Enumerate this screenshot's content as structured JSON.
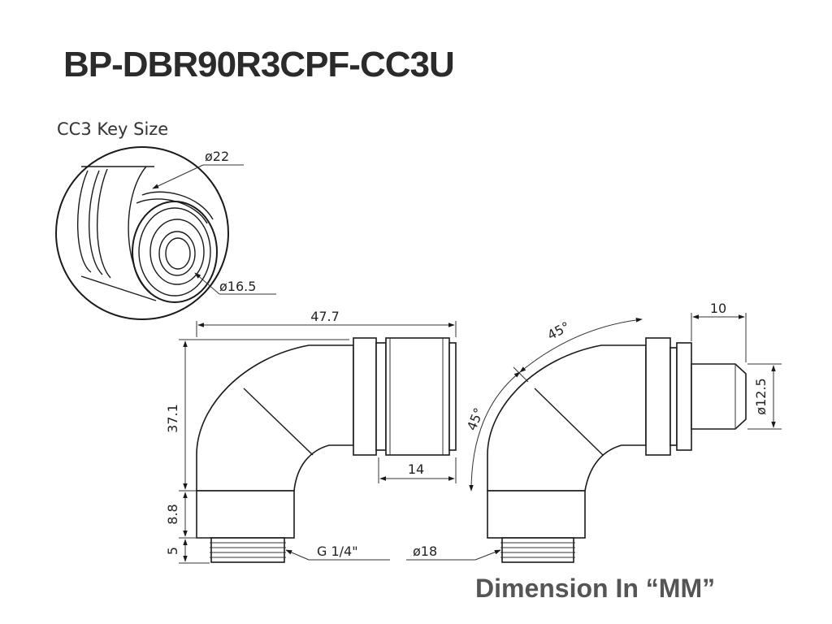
{
  "title": "BP-DBR90R3CPF-CC3U",
  "key_size_label": "CC3 Key Size",
  "footer": "Dimension In “MM”",
  "colors": {
    "line": "#1a1a1a",
    "footer_text": "#555555",
    "title_text": "#2b2b2b"
  },
  "dimensions": {
    "outer_diameter": "ø22",
    "inner_diameter": "ø16.5",
    "total_length": "47.7",
    "height_upper": "37.1",
    "height_middle": "8.8",
    "height_thread": "5",
    "ring_length": "14",
    "thread_spec": "G 1/4\"",
    "base_diameter": "ø18",
    "angle_top": "45°",
    "angle_left": "45°",
    "tip_length": "10",
    "tip_diameter": "ø12.5"
  }
}
